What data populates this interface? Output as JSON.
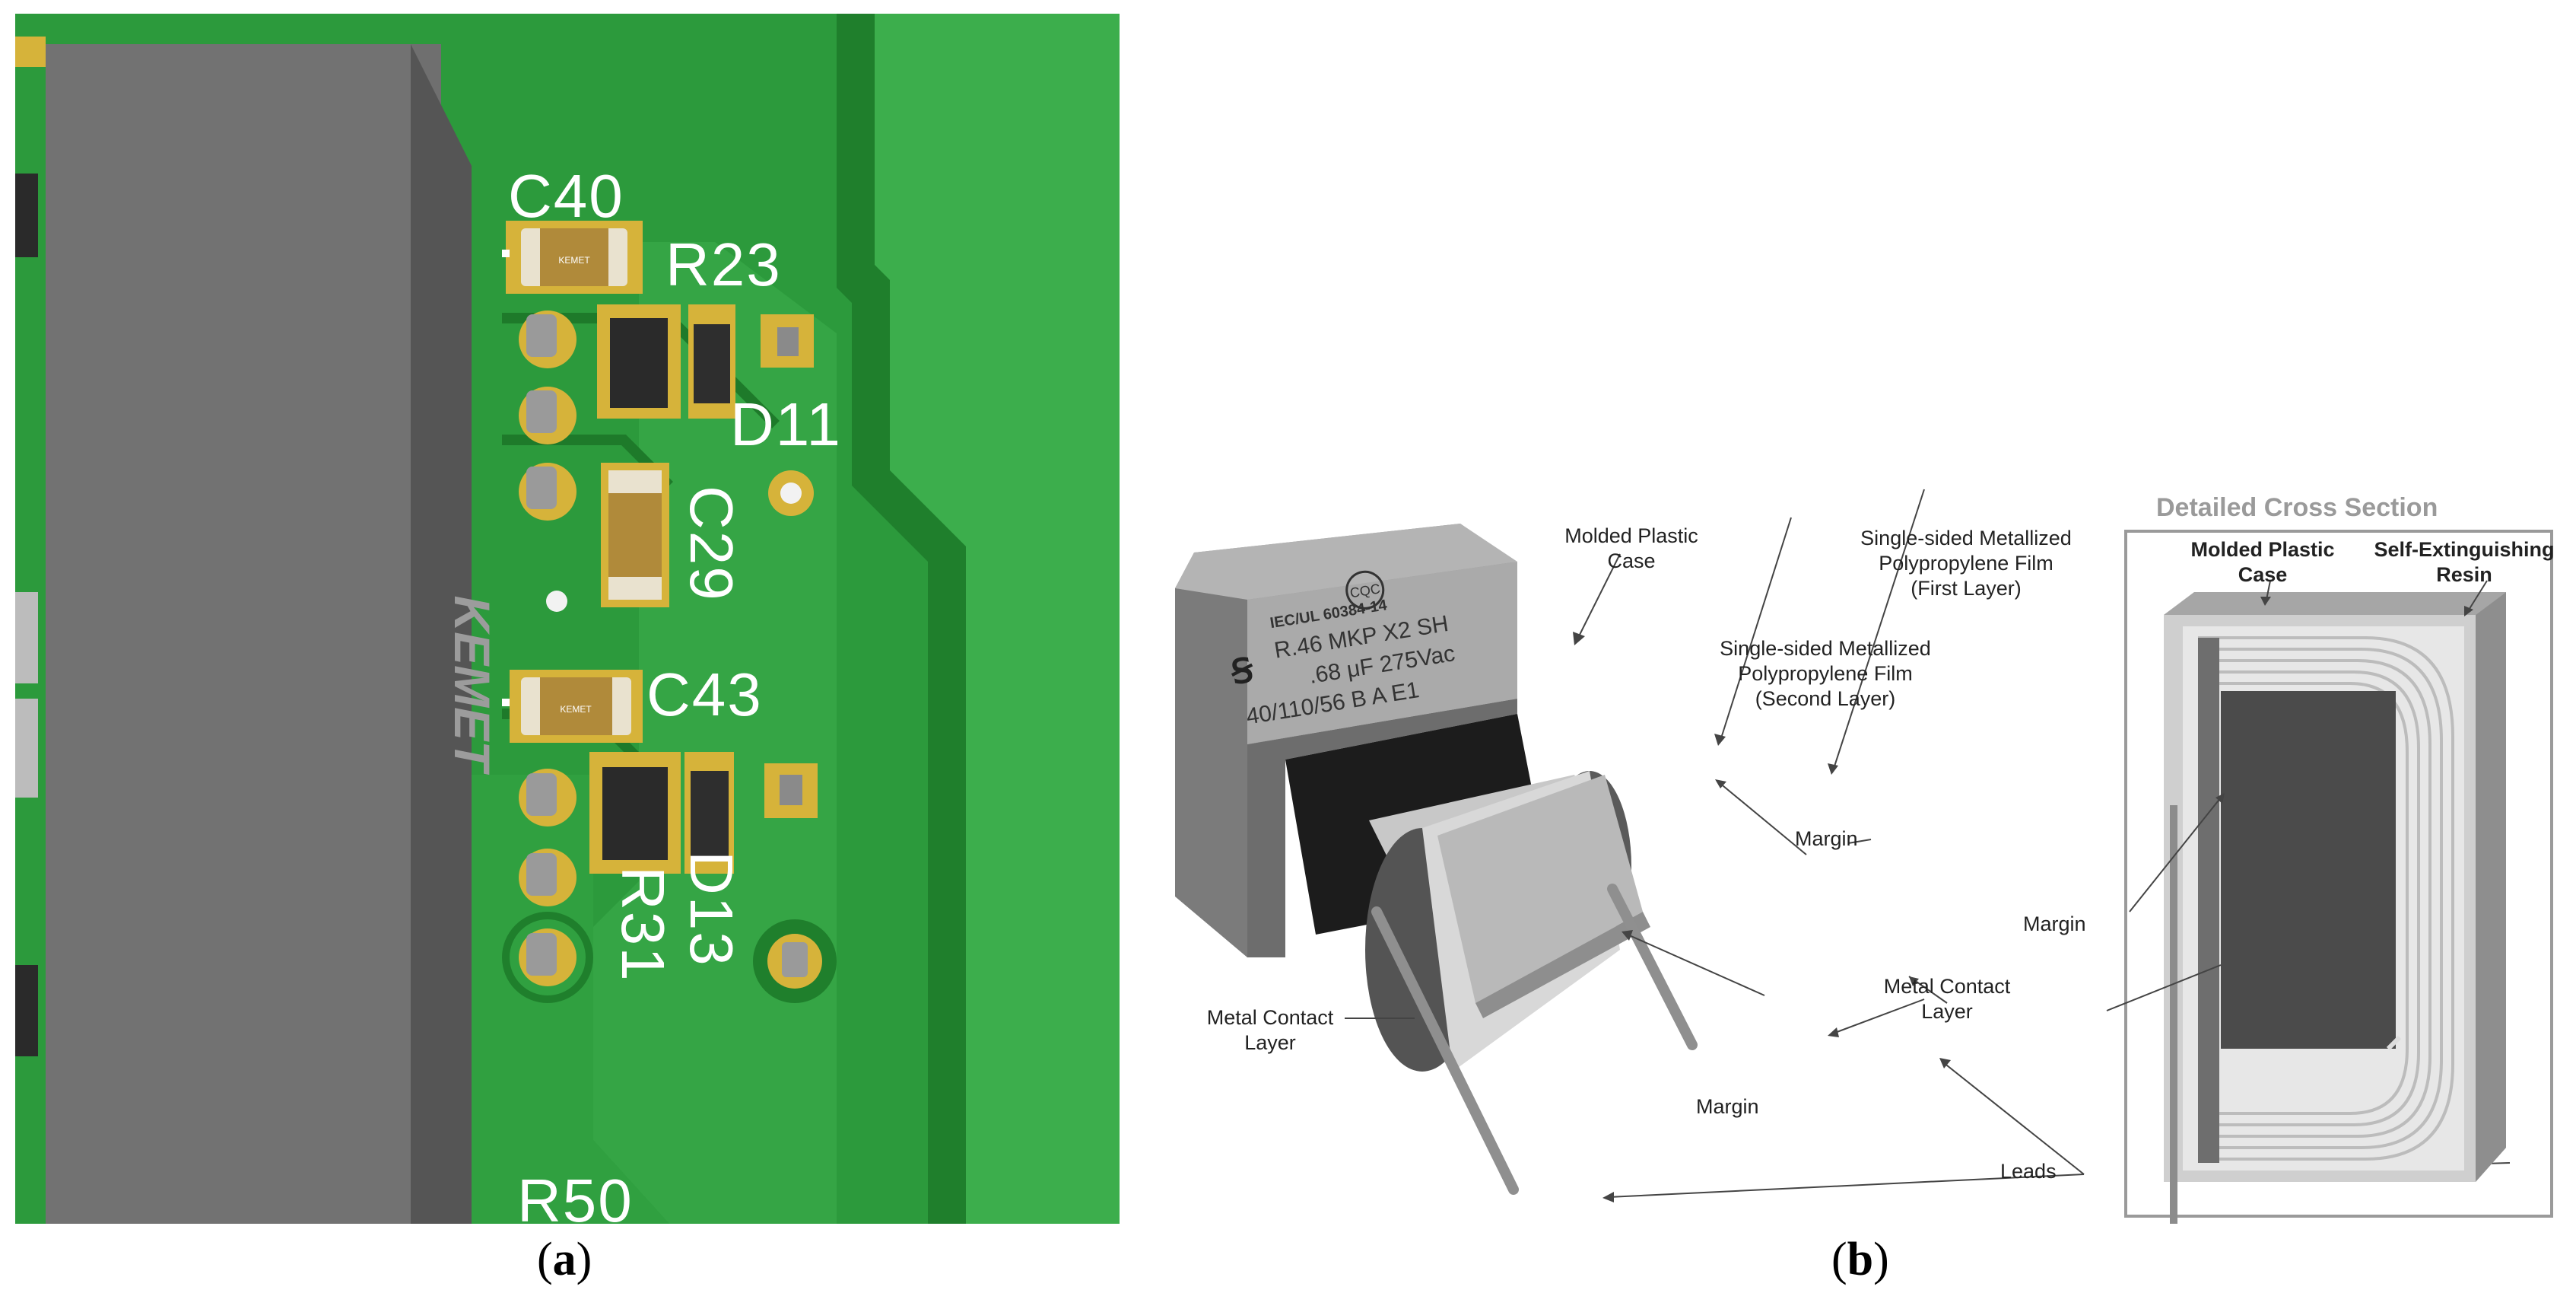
{
  "panel_a": {
    "caption_letter": "a",
    "component_labels": {
      "c40": "C40",
      "r23": "R23",
      "d11": "D11",
      "c29": "C29",
      "c43": "C43",
      "r31": "R31",
      "d13": "D13",
      "r50": "R50"
    },
    "capacitor_body_text": "KEMET",
    "chip_cap_text": "KEMET",
    "colors": {
      "pcb_dark": "#1f8a2e",
      "pcb_light": "#3aa84a",
      "pad_gold": "#d6b33a",
      "case_gray": "#6e6e6e"
    }
  },
  "panel_b": {
    "caption_letter": "b",
    "case_marking": {
      "cert_logo": "CQC",
      "standard": "IEC/UL 60384-14",
      "series": "R.46 MKP X2 SH",
      "value": ".68 μF 275Vac",
      "climate": "40/110/56  B  A  E1",
      "brand_mark": "Ꞩ"
    },
    "callouts": {
      "molded_case": "Molded Plastic\nCase",
      "film_first": "Single-sided Metallized\nPolypropylene Film\n(First Layer)",
      "film_second": "Single-sided Metallized\nPolypropylene Film\n(Second Layer)",
      "margin_top": "Margin",
      "metal_contact_right": "Metal Contact\nLayer",
      "metal_contact_left": "Metal Contact\nLayer",
      "margin_bottom": "Margin",
      "leads": "Leads"
    },
    "cross_section": {
      "title": "Detailed Cross Section",
      "molded_case": "Molded Plastic\nCase",
      "resin": "Self-Extinguishing\nResin",
      "margin": "Margin"
    }
  }
}
